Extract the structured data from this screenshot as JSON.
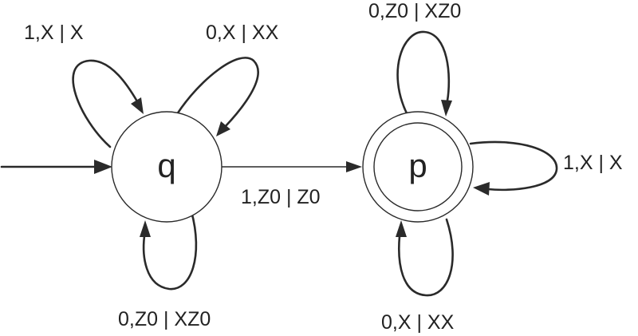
{
  "states": {
    "q": {
      "label": "q",
      "initial": true,
      "accepting": false
    },
    "p": {
      "label": "p",
      "initial": false,
      "accepting": true
    }
  },
  "transitions": [
    {
      "id": "q_loop_top_left",
      "from": "q",
      "to": "q",
      "input": "1",
      "pop": "X",
      "push": "X",
      "label": "1,X | X"
    },
    {
      "id": "q_loop_top_right",
      "from": "q",
      "to": "q",
      "input": "0",
      "pop": "X",
      "push": "XX",
      "label": "0,X | XX"
    },
    {
      "id": "q_loop_bottom",
      "from": "q",
      "to": "q",
      "input": "0",
      "pop": "Z0",
      "push": "XZ0",
      "label": "0,Z0 | XZ0"
    },
    {
      "id": "q_to_p",
      "from": "q",
      "to": "p",
      "input": "1",
      "pop": "Z0",
      "push": "Z0",
      "label": "1,Z0 | Z0"
    },
    {
      "id": "p_loop_top",
      "from": "p",
      "to": "p",
      "input": "0",
      "pop": "Z0",
      "push": "XZ0",
      "label": "0,Z0 | XZ0"
    },
    {
      "id": "p_loop_right",
      "from": "p",
      "to": "p",
      "input": "1",
      "pop": "X",
      "push": "X",
      "label": "1,X | X"
    },
    {
      "id": "p_loop_bottom",
      "from": "p",
      "to": "p",
      "input": "0",
      "pop": "X",
      "push": "XX",
      "label": "0,X | XX"
    }
  ],
  "colors": {
    "stroke": "#2a2a2a",
    "text": "#222222",
    "background": "#ffffff"
  }
}
